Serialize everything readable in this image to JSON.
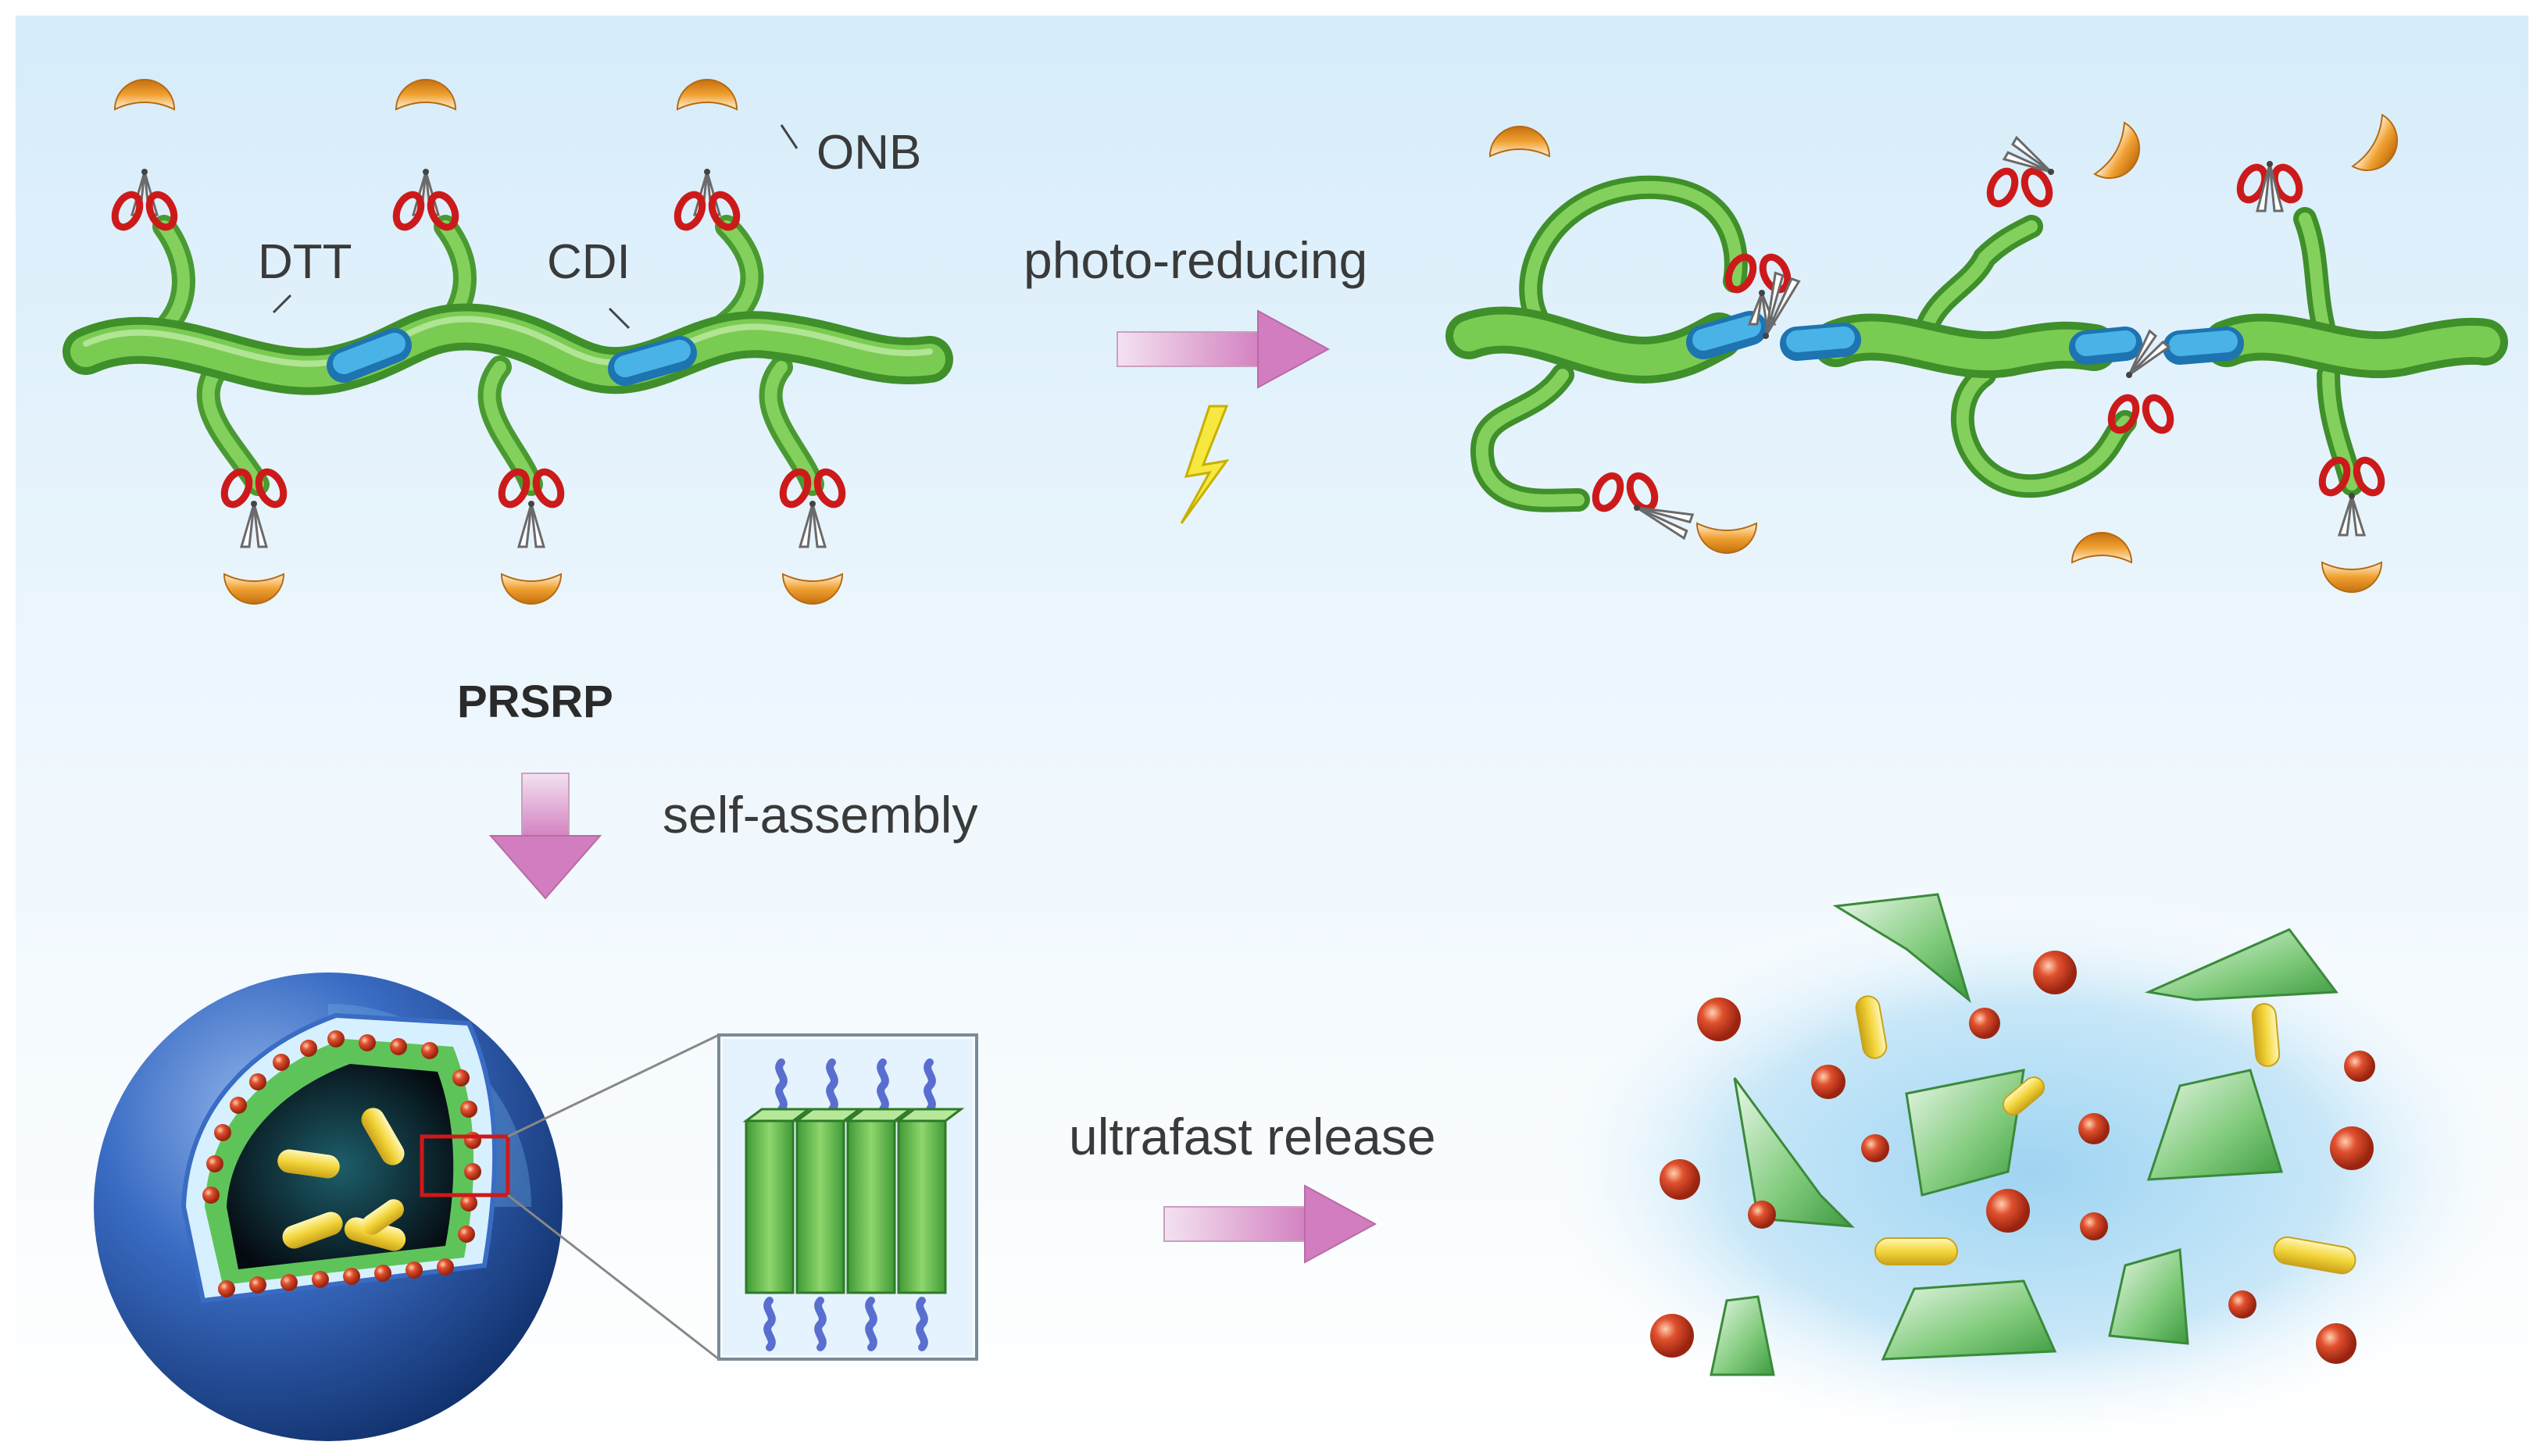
{
  "labels": {
    "onb": "ONB",
    "dtt": "DTT",
    "cdi": "CDI",
    "prsrp": "PRSRP",
    "photo_reducing": "photo-reducing",
    "self_assembly": "self-assembly",
    "ultrafast_release": "ultrafast release"
  },
  "colors": {
    "backbone": "#6cc04a",
    "linker_cdi": "#3aa4d8",
    "ring_dtt": "#d01818",
    "cap_onb": "#f0a030",
    "arrow": "#d98cc7",
    "lightning": "#f2e23a",
    "vesicle": "#2f63b8",
    "drug": "#d9402a",
    "rod": "#f2d23a"
  },
  "icons": [
    "scissors-icon",
    "lightning-icon"
  ]
}
